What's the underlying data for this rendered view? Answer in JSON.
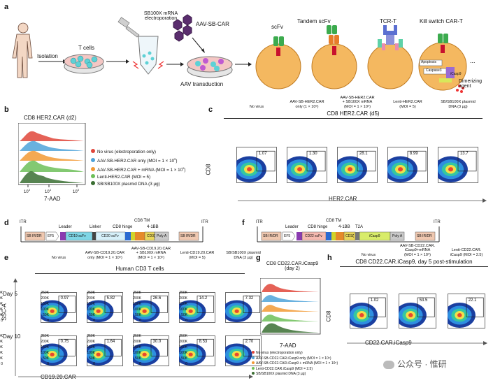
{
  "panels": {
    "a": {
      "letter": "a",
      "isolation": "Isolation",
      "tcells": "T cells",
      "sb100x": "SB100X mRNA\nelectroporation",
      "aav_sb_car": "AAV-SB-CAR",
      "aav_transduction": "AAV transduction",
      "car_types": [
        "scFv",
        "Tandem scFv",
        "TCR-T",
        "Kill switch CAR-T"
      ],
      "apoptosis": "Apoptosis",
      "caspase3": "Caspase3",
      "icasp9": "iCasp9",
      "dimerizing": "Dimerizing\nagent",
      "ellipsis": "..."
    },
    "b": {
      "letter": "b",
      "title": "CD8 HER2.CAR (d2)",
      "xlabel": "7-AAD",
      "ticks": [
        "10",
        "10",
        "10"
      ],
      "tick_exp": [
        "3",
        "4",
        "5"
      ],
      "legend": [
        {
          "label": "No virus (electroporation only)",
          "color": "#e0463a"
        },
        {
          "label": "AAV-SB-HER2.CAR only (MOI = 1 × 10",
          "sup": "5",
          "tail": ")",
          "color": "#4fa3d9"
        },
        {
          "label": "AAV-SB-HER2.CAR + mRNA (MOI = 1 × 10",
          "sup": "5",
          "tail": ")",
          "color": "#f29a35"
        },
        {
          "label": "Lenti-HER2.CAR (MOI = 5)",
          "color": "#6dbf59"
        },
        {
          "label": "SB/SB100X plasmid DNA (3 µg)",
          "color": "#3a6e32"
        }
      ]
    },
    "c": {
      "letter": "c",
      "title": "CD8 HER2.CAR (d5)",
      "ylabel": "CD8",
      "xlabel": "HER2.CAR",
      "plots": [
        {
          "title": "No virus",
          "value": "1.07"
        },
        {
          "title": "AAV-SB-HER2.CAR\nonly (1 × 10⁵)",
          "value": "1.30"
        },
        {
          "title": "AAV-SB-HER2.CAR\n+ SB100X mRNA\n(MOI = 1 × 10⁵)",
          "value": "28.1"
        },
        {
          "title": "Lenti-HER2.CAR\n(MOI = 5)",
          "value": "8.99"
        },
        {
          "title": "SB/SB100X plasmid\nDNA (3 µg)",
          "value": "13.7"
        }
      ]
    },
    "d": {
      "letter": "d",
      "labels": {
        "itr_l": "ITR",
        "itr_r": "ITR",
        "leader": "Leader",
        "linker": "Linker",
        "hinge": "CD8 hinge",
        "tm": "CD8 TM",
        "bb": "4-1BB"
      },
      "blocks": [
        "SB IR/DR",
        "EF5",
        "CD19 scFv",
        "CD20 scFv",
        "CD3ζ",
        "Poly A",
        "SB IR/DR"
      ]
    },
    "e": {
      "letter": "e",
      "title": "Human CD3 T cells",
      "ylabel": "SSC-A",
      "xlabel": "CD19.20.CAR",
      "rows": [
        "Day 5",
        "Day 10"
      ],
      "cols": [
        "No virus",
        "AAV-SB-CD19.20.CAR\nonly (MOI = 1 × 10⁵)",
        "AAV-SB-CD19.20.CAR\n+ SB100X mRNA\n(MOI = 1 × 10⁵)",
        "Lenti-CD19.20.CAR\n(MOI = 5)",
        "SB/SB100X plasmid\nDNA (3 µg)"
      ],
      "day5": [
        "0.97",
        "5.82",
        "26.6",
        "14.2",
        "7.32"
      ],
      "day10": [
        "0.75",
        "1.64",
        "30.0",
        "8.53",
        "2.70"
      ],
      "yticks": [
        "250K",
        "200K",
        "150K",
        "100K",
        "50K",
        "0"
      ]
    },
    "f": {
      "letter": "f",
      "labels": {
        "itr_l": "ITR",
        "itr_r": "ITR",
        "leader": "Leader",
        "hinge": "CD8 hinge",
        "tm": "CD8 TM",
        "bb": "4-1BB",
        "t2a": "T2A"
      },
      "blocks": [
        "SB IR/DR",
        "EF5",
        "CD22 scFv",
        "CD3ζ",
        "iCasp9",
        "Poly A",
        "SB IR/DR"
      ]
    },
    "g": {
      "letter": "g",
      "title": "CD8 CD22.CAR.iCasp9\n(day 2)",
      "xlabel": "7-AAD",
      "legend": [
        {
          "label": "No virus (electroporation only)",
          "color": "#e0463a"
        },
        {
          "label": "AAV-SB-CD22.CAR.iCasp9 only (MOI = 1 × 10⁵)",
          "color": "#4fa3d9"
        },
        {
          "label": "AAV-SB-CD22.CAR.iCasp9 + mRNA (MOI = 1 × 10⁵)",
          "color": "#f29a35"
        },
        {
          "label": "Lenti-CD22.CAR.iCasp9 (MOI = 2.5)",
          "color": "#6dbf59"
        },
        {
          "label": "SB/SB100X plasmid DNA (3 µg)",
          "color": "#3a6e32"
        }
      ]
    },
    "h": {
      "letter": "h",
      "title": "CD8 CD22.CAR.iCasp9, day 5 post-stimulation",
      "ylabel": "CD8",
      "xlabel": "CD22.CAR.iCasp9",
      "plots": [
        {
          "title": "No virus",
          "value": "1.02"
        },
        {
          "title": "AAV-SB-CD22.CAR.\niCasp9+mRNA\n(MOI = 1 × 10⁵)",
          "value": "53.5"
        },
        {
          "title": "Lenti-CD22.CAR.\niCasp9 (MOI = 2.5)",
          "value": "22.1"
        }
      ]
    }
  },
  "watermark": "公众号 · 惟研"
}
